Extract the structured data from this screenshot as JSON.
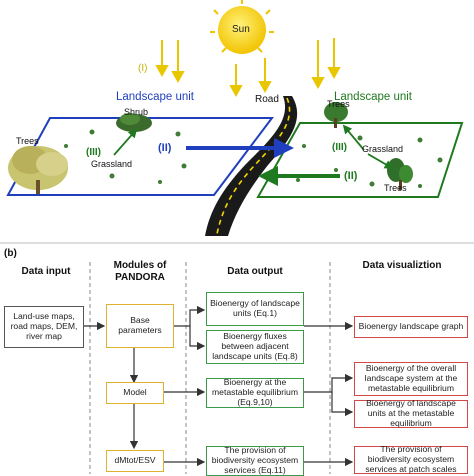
{
  "panel_a": {
    "sun": "Sun",
    "road": "Road",
    "landscape_left": "Landscape unit",
    "landscape_right": "Landscape unit",
    "label_i": "(I)",
    "label_ii_blue": "(II)",
    "label_ii_green": "(II)",
    "label_iii_left": "(III)",
    "label_iii_right": "(III)",
    "shrub": "Shrub",
    "trees_left": "Trees",
    "grassland_left": "Grassland",
    "trees_right_top": "Trees",
    "grassland_right": "Grassland",
    "trees_right_bottom": "Trees"
  },
  "panel_b": {
    "label": "(b)",
    "headers": {
      "data_input": "Data input",
      "modules": "Modules of PANDORA",
      "data_output": "Data output",
      "visualization": "Data visualiztion"
    },
    "input_box": "Land-use maps, road maps, DEM, river map",
    "modules": {
      "base": "Base parameters",
      "model": "Model",
      "dmtot": "dMtot/ESV"
    },
    "outputs": {
      "o1": "Bioenergy of landscape units (Eq.1)",
      "o2": "Bioenergy fluxes between adjacent landscape units (Eq.8)",
      "o3": "Bioenergy at the metastable equilibrium (Eq.9,10)",
      "o4": "The provision of biodiversity ecosystem services (Eq.11)"
    },
    "visuals": {
      "v1": "Bioenergy landscape graph",
      "v2": "Bioenergy of the overall landscape system at the metastable equilibrium",
      "v3": "Bioenergy of landscape units at the metastable equilibrium",
      "v4": "The provision of biodiversity ecosystem services at patch scales"
    }
  },
  "colors": {
    "sun": "#f6d21a",
    "ray": "#e8c600",
    "blue": "#1f3fbf",
    "green": "#1f7a1f",
    "base_border": "#e0b030",
    "output_border": "#3a9a4a",
    "visual_border": "#d24848",
    "input_border": "#555555",
    "road": "#1a1a1a"
  }
}
